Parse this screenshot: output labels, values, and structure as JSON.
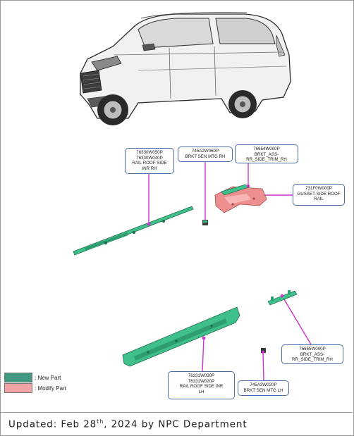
{
  "callouts": [
    {
      "lines": [
        "76330W050P",
        "76330W040P",
        "RAIL ROOF SIDE",
        "INR RH"
      ]
    },
    {
      "lines": [
        "745A2W060P",
        "BRKT SEN MTG RH"
      ]
    },
    {
      "lines": [
        "76654W000P",
        "BRKT_ASS-",
        "RR_SIDE_TRIM_RH"
      ]
    },
    {
      "lines": [
        "731F0W000P",
        "GUSSET SIDE ROOF",
        "RAIL"
      ]
    },
    {
      "lines": [
        "76655W000P",
        "BRKT_ASS-",
        "RR_SIDE_TRIM_RH"
      ]
    },
    {
      "lines": [
        "76331W030P",
        "76331W020P",
        "RAIL ROOF SIDE INR",
        "LH"
      ]
    },
    {
      "lines": [
        "745A3W020P",
        "BRKT SEN MTG LH"
      ]
    }
  ],
  "legend": [
    {
      "label": ": New Part",
      "color": "#3f9a82"
    },
    {
      "label": ": Modify Part",
      "color": "#f3a3a6"
    }
  ],
  "footer": {
    "prefix": "Updated: Feb 28",
    "sup": "th",
    "suffix": ", 2024 by NPC Department"
  },
  "colors": {
    "new_part": "#3fbf8a",
    "modify_part": "#ee8f8f",
    "leader": "#cc33cc",
    "callout_border": "#4a6fa5"
  }
}
